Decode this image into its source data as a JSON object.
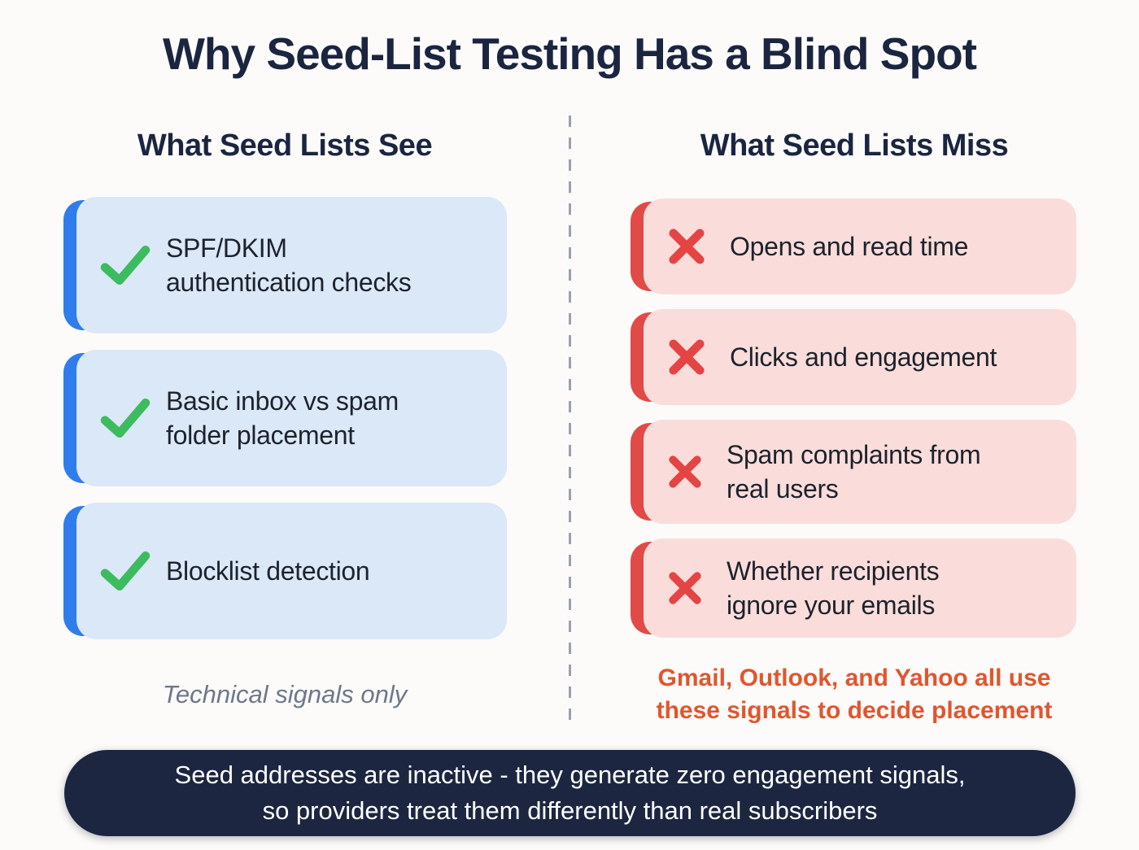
{
  "title": "Why Seed-List Testing Has a Blind Spot",
  "left": {
    "heading": "What Seed Lists See",
    "icon": "check-icon",
    "items": [
      {
        "label": "SPF/DKIM authentication checks",
        "lines": [
          "SPF/DKIM",
          "authentication checks"
        ]
      },
      {
        "label": "Basic inbox vs spam folder placement",
        "lines": [
          "Basic inbox vs spam",
          "folder placement"
        ]
      },
      {
        "label": "Blocklist detection",
        "lines": [
          "Blocklist detection"
        ]
      }
    ],
    "footnote": "Technical signals only"
  },
  "right": {
    "heading": "What Seed Lists Miss",
    "icon": "x-icon",
    "items": [
      {
        "label": "Opens and read time",
        "lines": [
          "Opens and read time"
        ]
      },
      {
        "label": "Clicks and engagement",
        "lines": [
          "Clicks and engagement"
        ]
      },
      {
        "label": "Spam complaints from real users",
        "lines": [
          "Spam complaints from",
          "real users"
        ]
      },
      {
        "label": "Whether recipients ignore your emails",
        "lines": [
          "Whether recipients",
          "ignore your emails"
        ]
      }
    ],
    "footnote": {
      "line1": "Gmail, Outlook, and Yahoo all use",
      "line2": "these signals to decide placement"
    }
  },
  "banner": {
    "line1": "Seed addresses are inactive - they generate zero engagement signals,",
    "line2": "so providers treat them differently than real subscribers"
  },
  "colors": {
    "page_bg": "#fcfbf9",
    "title_navy": "#1b2540",
    "card_text": "#1d222c",
    "left_card_bg": "#dbe8f7",
    "left_accent": "#2f7ced",
    "check_green": "#3dbb5f",
    "right_card_bg": "#fadddb",
    "right_accent": "#e24a47",
    "x_red": "#e54444",
    "footnote_gray": "#6e7889",
    "footnote_orange": "#e0562f",
    "divider_gray": "#98a1af",
    "banner_bg": "#1c2640",
    "banner_text": "#ffffff"
  }
}
